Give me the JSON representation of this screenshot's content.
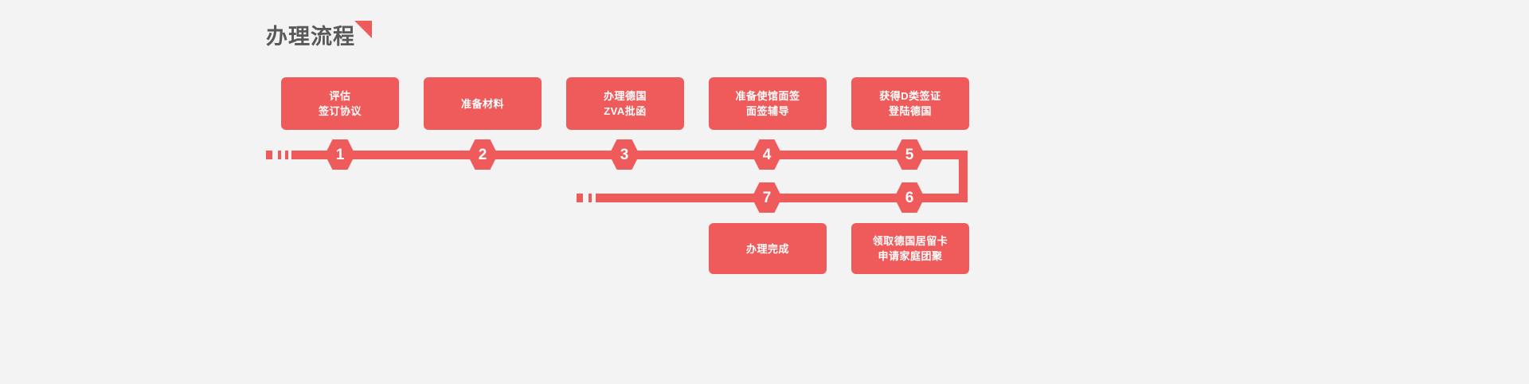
{
  "page": {
    "background_color": "#f3f3f3",
    "accent_color": "#ef5a5a",
    "title_color": "#595959"
  },
  "header": {
    "title": "办理流程",
    "decoration": "triangle-corner"
  },
  "flow": {
    "steps": [
      {
        "number": "1",
        "lines": [
          "评估",
          "签订协议"
        ],
        "row": 1
      },
      {
        "number": "2",
        "lines": [
          "准备材料"
        ],
        "row": 1
      },
      {
        "number": "3",
        "lines": [
          "办理德国",
          "ZVA批函"
        ],
        "row": 1
      },
      {
        "number": "4",
        "lines": [
          "准备使馆面签",
          "面签辅导"
        ],
        "row": 1
      },
      {
        "number": "5",
        "lines": [
          "获得D类签证",
          "登陆德国"
        ],
        "row": 1
      },
      {
        "number": "6",
        "lines": [
          "领取德国居留卡",
          "申请家庭团聚"
        ],
        "row": 2
      },
      {
        "number": "7",
        "lines": [
          "办理完成"
        ],
        "row": 2
      }
    ]
  }
}
